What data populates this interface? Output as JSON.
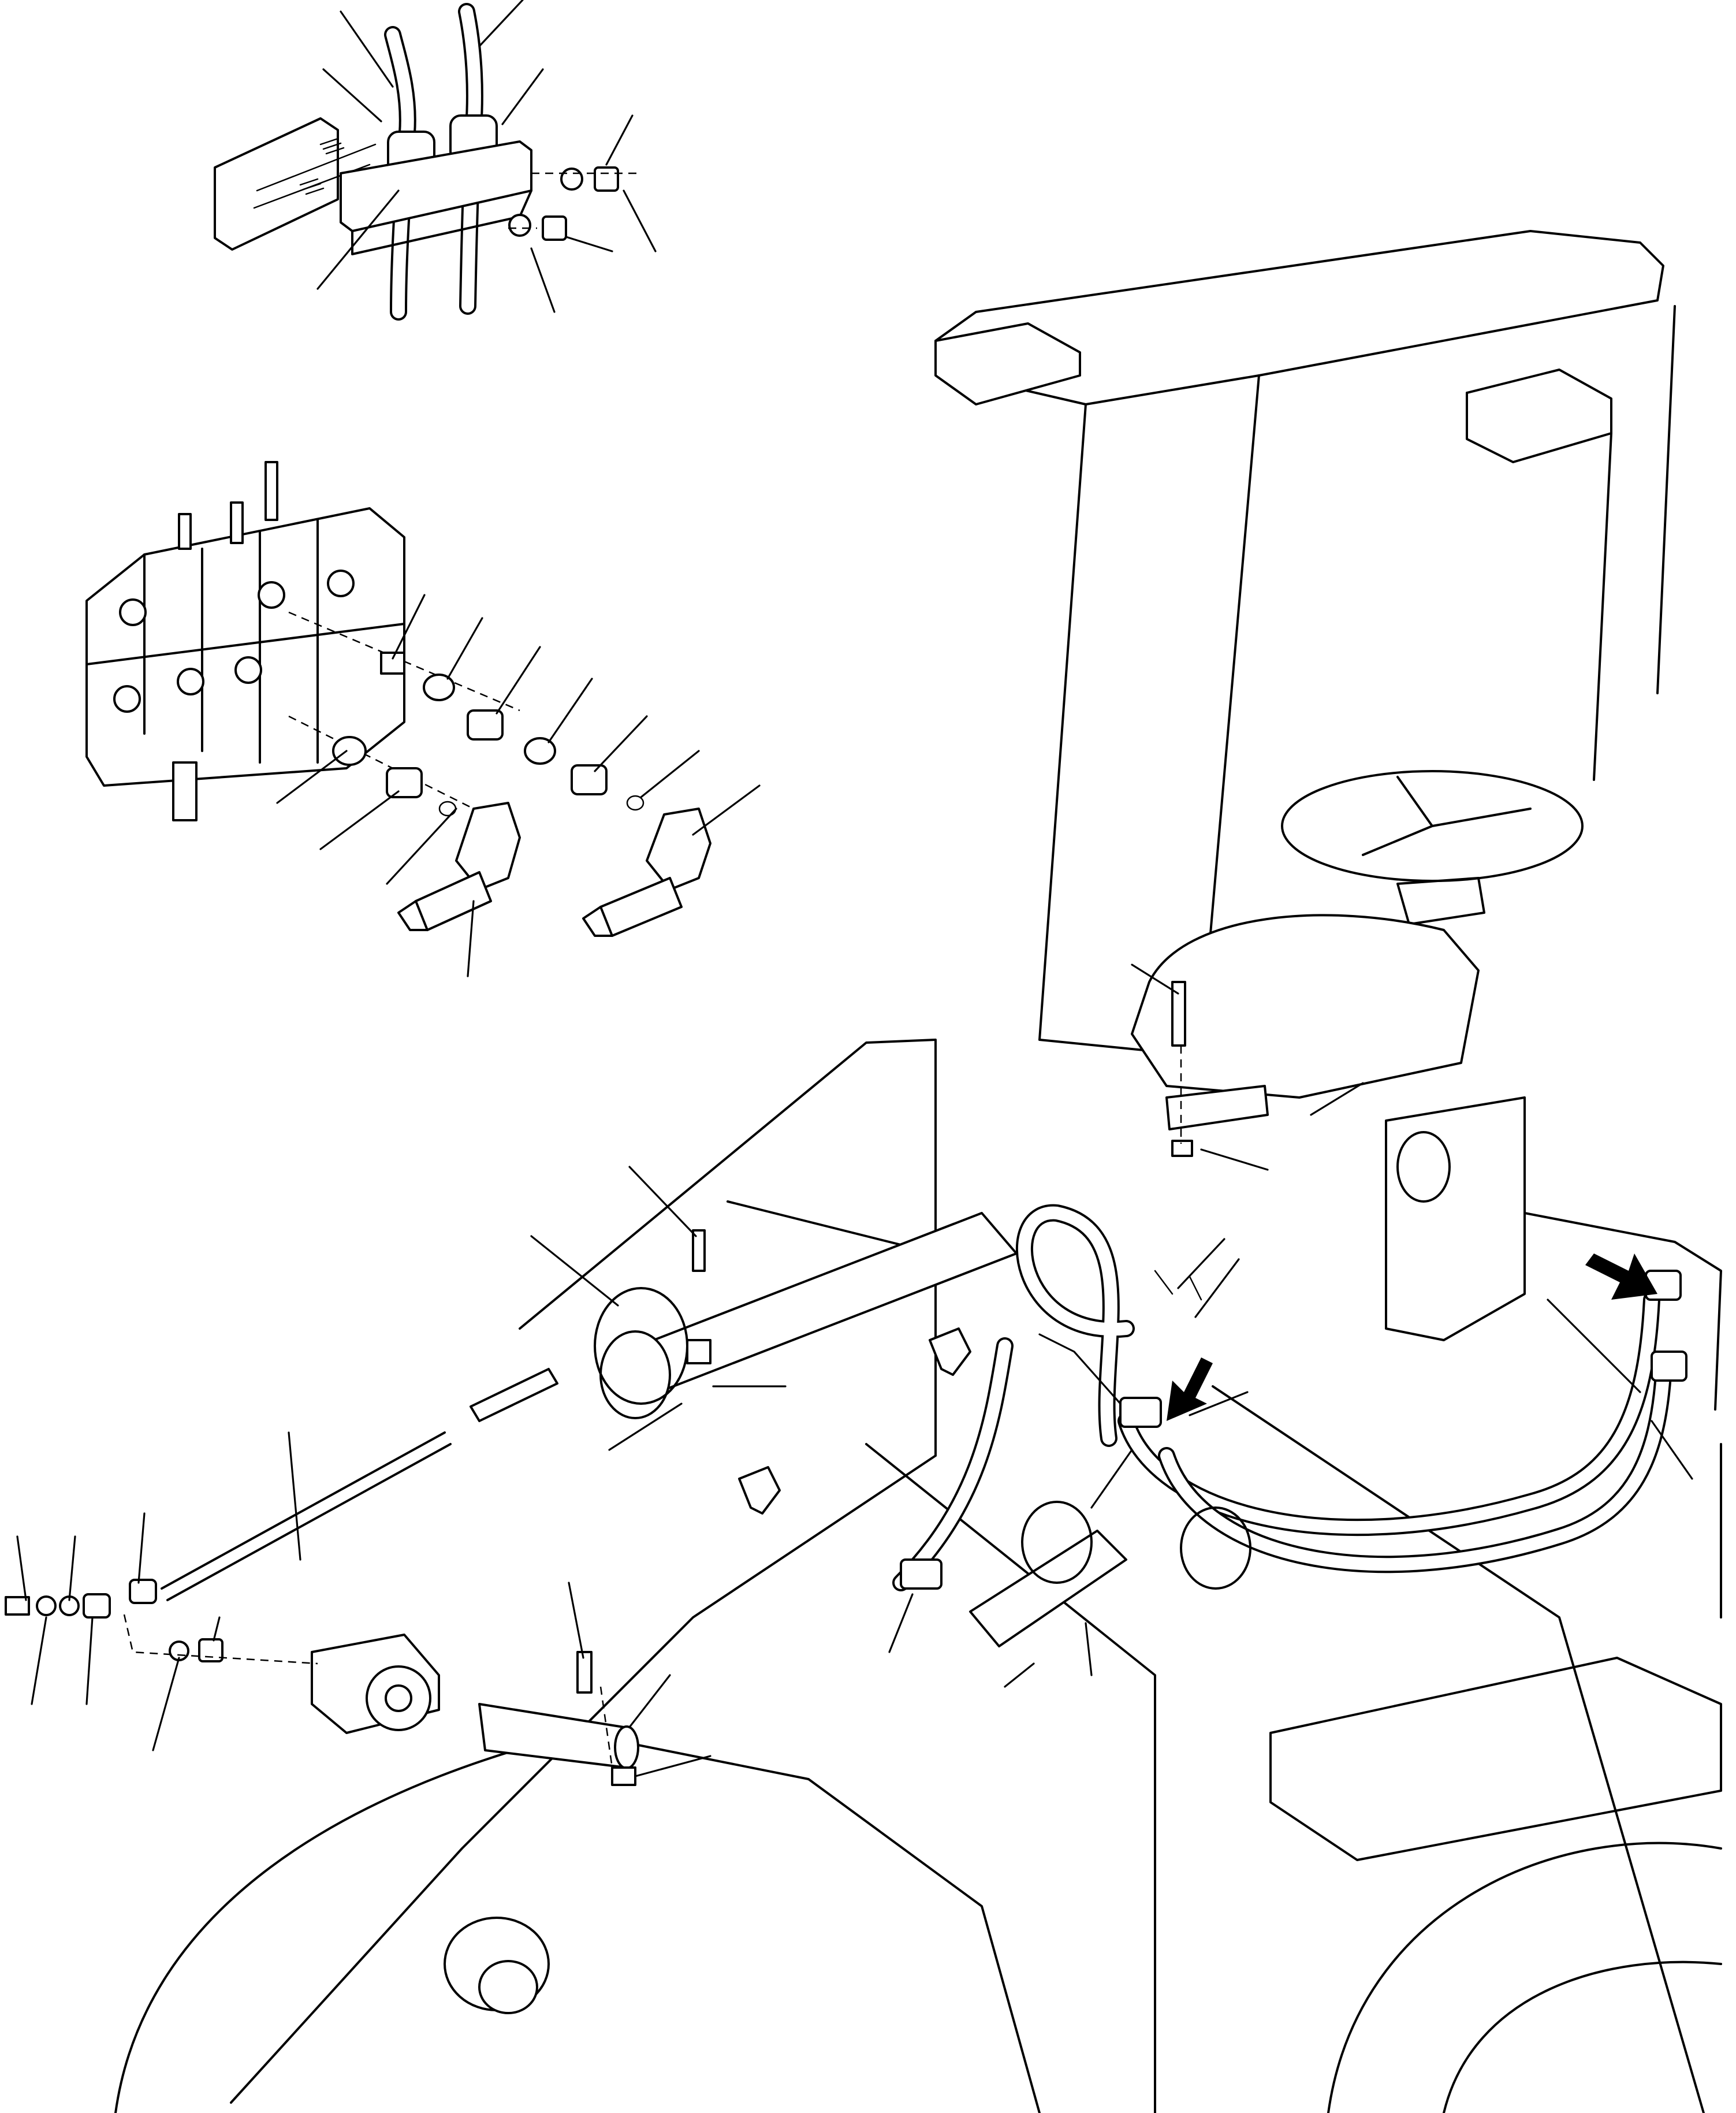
{
  "figure": {
    "view_labels": [],
    "reference_numbers": []
  },
  "groups": [
    {
      "id": "hose-clamp-detail",
      "parts": [
        "hose",
        "hose",
        "sleeve",
        "sleeve",
        "clamp-plate",
        "bracket",
        "stud",
        "washer",
        "nut"
      ]
    },
    {
      "id": "control-valve-detail",
      "parts": [
        "control-valve",
        "adapter",
        "o-ring",
        "adapter",
        "o-ring",
        "adapter",
        "o-ring",
        "elbow",
        "hose"
      ]
    },
    {
      "id": "loader-arm-assembly",
      "parts": [
        "cab",
        "steering-wheel",
        "seat",
        "pin",
        "bolt",
        "nut",
        "rod",
        "band-clamp",
        "boom-cylinder",
        "hose-loop",
        "hose-guard",
        "hose-pair"
      ]
    }
  ],
  "arrows": [
    {
      "name": "flow-arrow-cab",
      "color": "#000000"
    },
    {
      "name": "flow-arrow-right",
      "color": "#000000"
    }
  ]
}
